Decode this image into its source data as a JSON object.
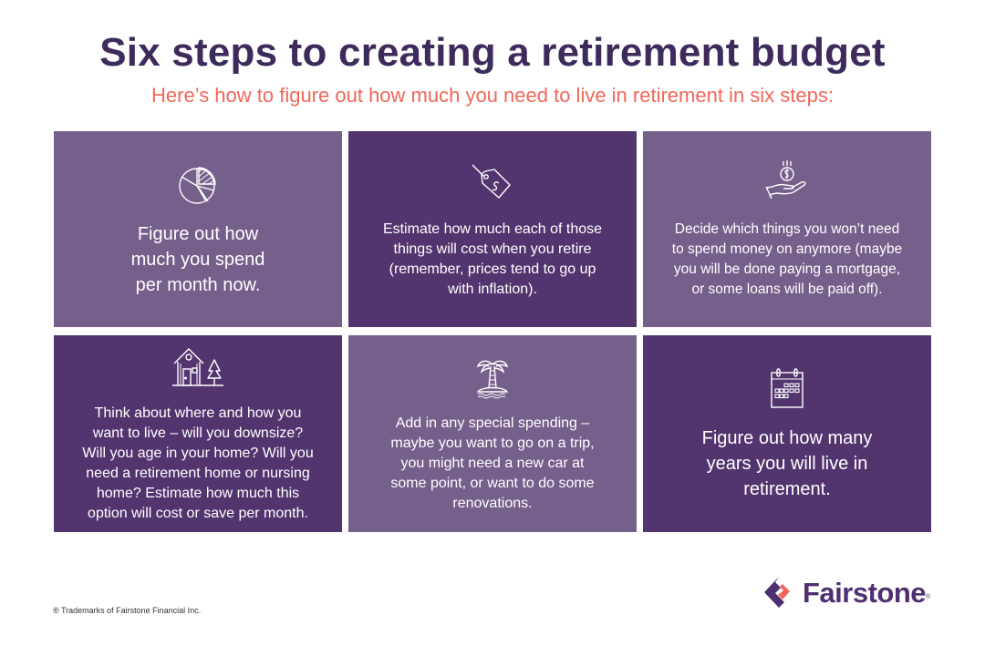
{
  "header": {
    "title": "Six steps to creating a retirement budget",
    "subtitle": "Here’s how to figure out how much you need to live in retirement in six steps:"
  },
  "colors": {
    "title": "#3f2a5c",
    "subtitle": "#f0675a",
    "tile_light": "#755f8b",
    "tile_dark": "#52356e",
    "logo_purple": "#4e2f6f",
    "logo_coral": "#f0675a"
  },
  "steps": [
    {
      "icon": "pie-chart-icon",
      "text": "Figure out how much you spend per month now."
    },
    {
      "icon": "price-tag-icon",
      "text": "Estimate how much each of those things will cost when you retire (remember, prices tend to go up with inflation)."
    },
    {
      "icon": "hand-coin-icon",
      "text": "Decide which things you won’t need to spend money on anymore (maybe you will be done paying a mortgage, or some loans will be paid off)."
    },
    {
      "icon": "house-tree-icon",
      "text": "Think about where and how you want to live – will you downsize? Will you age in your home? Will you need a retirement home or nursing home? Estimate how much this option will cost or save per month."
    },
    {
      "icon": "palm-island-icon",
      "text": "Add in any special spending – maybe you want to go on a trip, you might need a new car at some point, or want to do some renovations."
    },
    {
      "icon": "calendar-icon",
      "text": "Figure out how many years you will live in retirement."
    }
  ],
  "footer": {
    "footnote": "® Trademarks of Fairstone Financial Inc.",
    "logo_text": "Fairstone",
    "logo_reg": "®"
  }
}
